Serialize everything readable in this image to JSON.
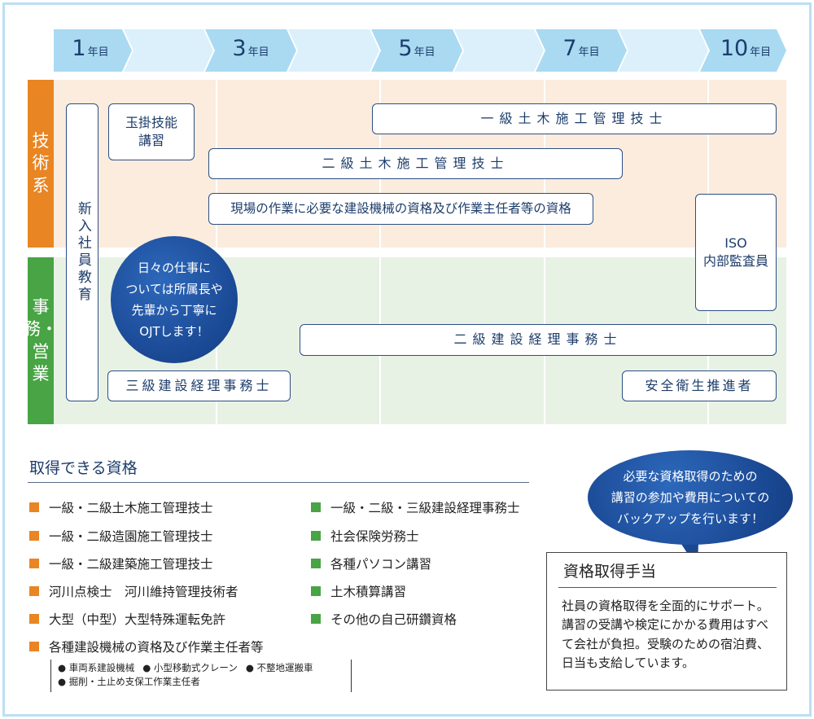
{
  "timeline": {
    "years": [
      {
        "num": "1",
        "unit": "年目"
      },
      {
        "num": "3",
        "unit": "年目"
      },
      {
        "num": "5",
        "unit": "年目"
      },
      {
        "num": "7",
        "unit": "年目"
      },
      {
        "num": "10",
        "unit": "年目"
      }
    ]
  },
  "categories": {
    "tech": [
      "技",
      "術",
      "系"
    ],
    "office": [
      "事",
      "務・",
      "営",
      "業"
    ]
  },
  "boxes": {
    "new_employee": "新入社員教育",
    "tamakake": "玉掛技能\n講習",
    "civil_1": "一級土木施工管理技士",
    "civil_2": "二級土木施工管理技士",
    "machinery": "現場の作業に必要な建設機械の資格及び作業主任者等の資格",
    "iso": "ISO\n内部監査員",
    "bm_2": "二級建設経理事務士",
    "bm_3": "三級建設経理事務士",
    "safety": "安全衛生推進者"
  },
  "bubbles": {
    "ojt": "日々の仕事に\nついては所属長や\n先輩から丁寧に\nOJTします！",
    "support": "必要な資格取得のための\n講習の参加や費用についての\nバックアップを行います！"
  },
  "qualifications": {
    "title": "取得できる資格",
    "left": [
      "一級・二級土木施工管理技士",
      "一級・二級造園施工管理技士",
      "一級・二級建築施工管理技士",
      "河川点検士　河川維持管理技術者",
      "大型（中型）大型特殊運転免許",
      "各種建設機械の資格及び作業主任者等"
    ],
    "right": [
      "一級・二級・三級建設経理事務士",
      "社会保険労務士",
      "各種パソコン講習",
      "土木積算講習",
      "その他の自己研鑽資格"
    ],
    "sub": [
      "● 車両系建設機械",
      "● 小型移動式クレーン",
      "● 不整地運搬車",
      "● 掘削・土止め支保工作業主任者"
    ]
  },
  "allowance": {
    "title": "資格取得手当",
    "text": "社員の資格取得を全面的にサポート。講習の受講や検定にかかる費用はすべて会社が負担。受験のための宿泊費、日当も支給しています。"
  },
  "colors": {
    "tech": "#e98522",
    "office": "#48a444",
    "navy": "#1d3d6b",
    "bubble": "#1a4893"
  }
}
